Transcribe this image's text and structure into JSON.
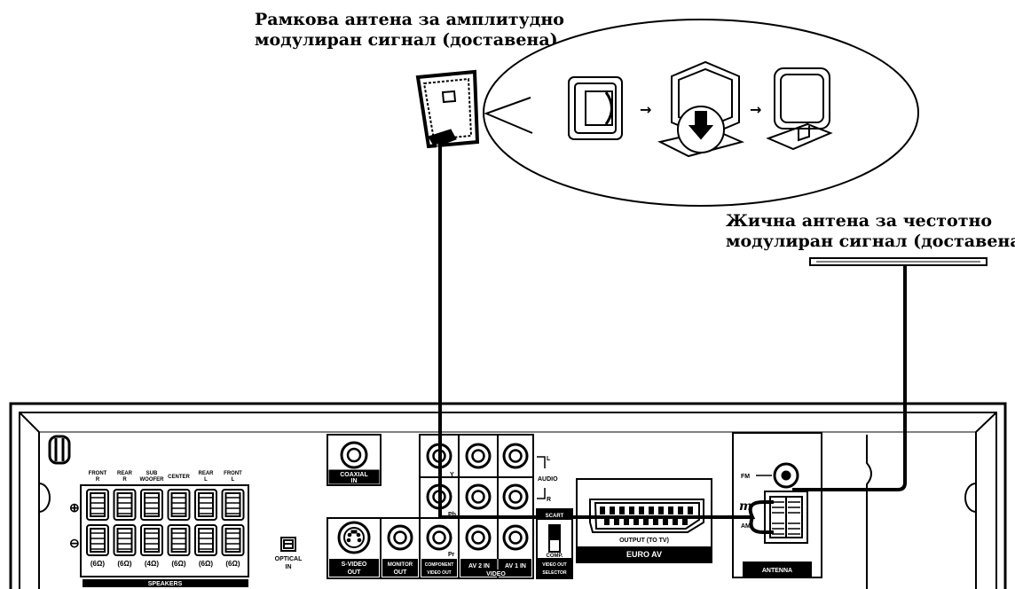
{
  "captions": {
    "am_line1": "Рамкова антена за амплитудно",
    "am_line2": "модулиран сигнал (доставена)",
    "fm_line1": "Жична антена за честотно",
    "fm_line2": "модулиран сигнал (доставена)"
  },
  "speakers": {
    "top_labels": [
      "FRONT\nR",
      "REAR\nR",
      "SUB\nWOOFER",
      "CENTER",
      "REAR\nL",
      "FRONT\nL"
    ],
    "ohms": [
      "(6Ω)",
      "(6Ω)",
      "(4Ω)",
      "(6Ω)",
      "(6Ω)",
      "(6Ω)"
    ],
    "footer": "SPEAKERS"
  },
  "labels": {
    "optical": "OPTICAL",
    "optical_in": "IN",
    "coaxial": "COAXIAL",
    "coaxial_in": "IN",
    "svideo": "S-VIDEO",
    "svideo_out": "OUT",
    "monitor": "MONITOR",
    "monitor_out": "OUT",
    "component": "COMPONENT",
    "component_out": "VIDEO OUT",
    "av2": "AV 2  IN",
    "av1": "AV 1  IN",
    "video": "VIDEO",
    "audio": "AUDIO",
    "audio_l": "L",
    "audio_r": "R",
    "y": "Y",
    "pb": "Pb",
    "pr": "Pr",
    "scart": "SCART",
    "comp": "COMP.",
    "video_out": "VIDEO OUT",
    "selector": "SELECTOR",
    "output_tv": "OUTPUT (TO TV)",
    "euro_av": "EURO AV",
    "fm": "FM",
    "am": "AM",
    "antenna": "ANTENNA"
  }
}
